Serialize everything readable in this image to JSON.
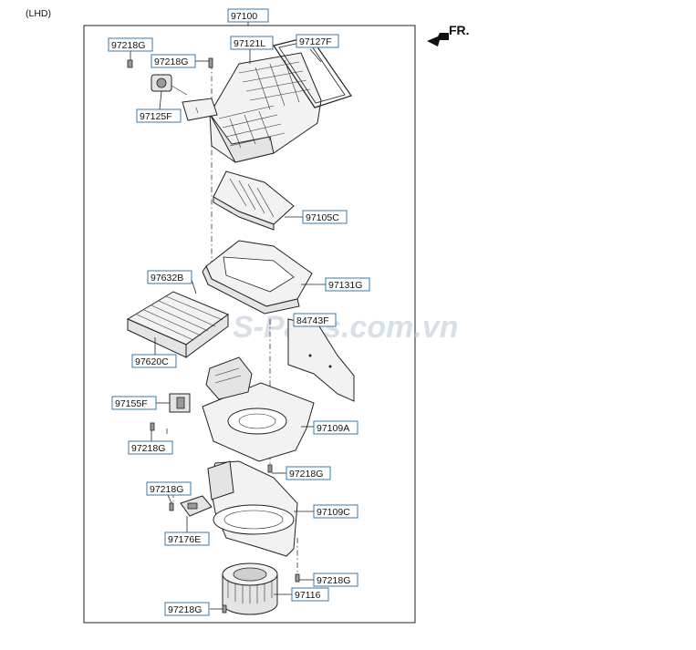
{
  "variant": "(LHD)",
  "direction_label": "FR.",
  "watermark": "S-Parts.com.vn",
  "assembly_number": "97100",
  "parts": {
    "p97218G_top": "97218G",
    "p97218G_top2": "97218G",
    "p97121L": "97121L",
    "p97127F": "97127F",
    "p97125F": "97125F",
    "p97105C": "97105C",
    "p97632B": "97632B",
    "p97131G": "97131G",
    "p84743F": "84743F",
    "p97620C": "97620C",
    "p97155F": "97155F",
    "p97109A": "97109A",
    "p97218G_mid": "97218G",
    "p97218G_mid2": "97218G",
    "p97218G_low": "97218G",
    "p97109C": "97109C",
    "p97176E": "97176E",
    "p97218G_right": "97218G",
    "p97116": "97116",
    "p97218G_bottom": "97218G"
  }
}
